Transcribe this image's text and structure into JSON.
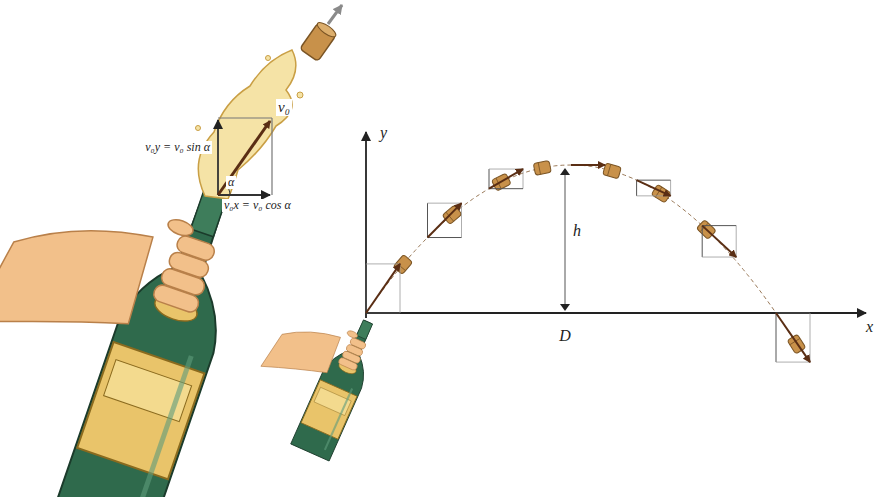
{
  "diagram": {
    "labels": [
      "v₀",
      "v₀y = v₀ sin α",
      "α",
      "v₀x = v₀ cos α",
      "y",
      "h",
      "D",
      "x"
    ]
  }
}
